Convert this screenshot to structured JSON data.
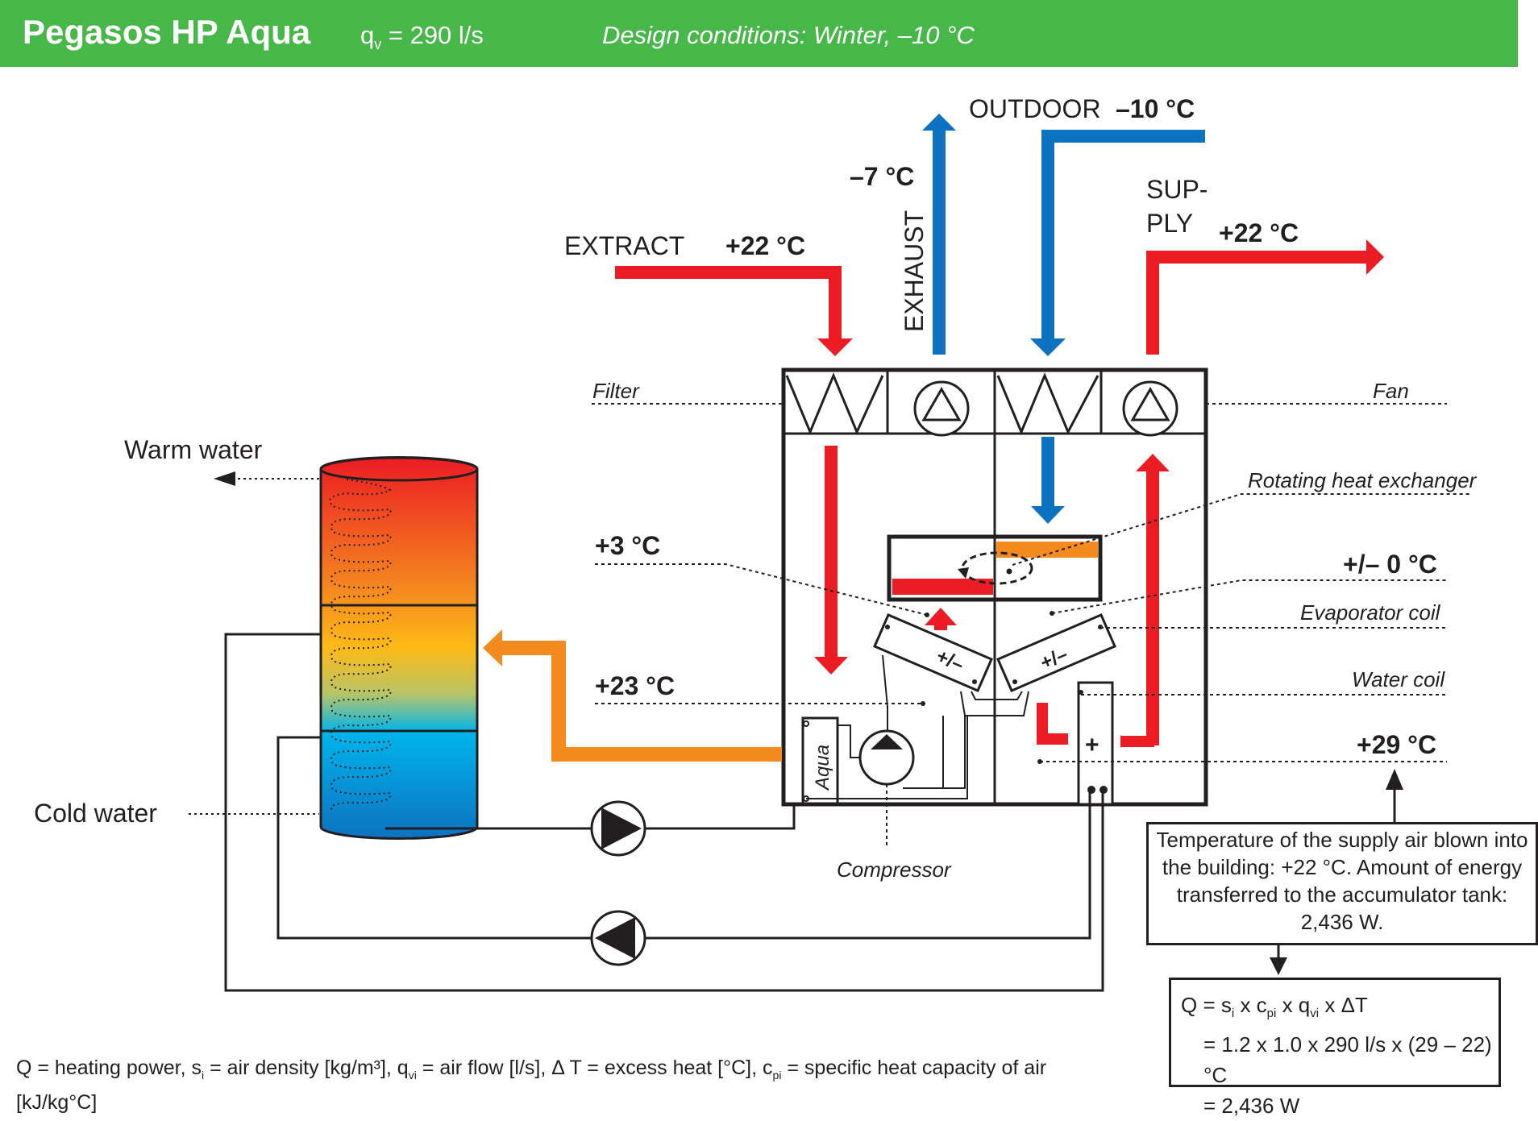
{
  "header": {
    "title": "Pegasos HP Aqua",
    "flow_symbol": "q",
    "flow_sub": "v",
    "flow_value": " = 290 l/s",
    "conditions": "Design conditions: Winter, –10 °C"
  },
  "air": {
    "outdoor_label": "OUTDOOR",
    "outdoor_temp": "–10 °C",
    "exhaust_label": "EXHAUST",
    "exhaust_temp": "–7 °C",
    "extract_label": "EXTRACT",
    "extract_temp": "+22 °C",
    "supply_label_1": "SUP-",
    "supply_label_2": "PLY",
    "supply_temp": "+22 °C"
  },
  "components": {
    "filter": "Filter",
    "fan": "Fan",
    "rotating_hx": "Rotating heat exchanger",
    "evaporator_coil": "Evaporator coil",
    "water_coil": "Water coil",
    "compressor": "Compressor",
    "aqua_label": "Aqua",
    "coil_symbol": "+/–",
    "plus_symbol": "+"
  },
  "temps": {
    "t_plus3": "+3 °C",
    "t_zero": "+/– 0 °C",
    "t_plus23": "+23 °C",
    "t_plus29": "+29 °C"
  },
  "tank": {
    "warm_water": "Warm water",
    "cold_water": "Cold water"
  },
  "info_box": {
    "line1": "Temperature of the supply air blown into",
    "line2": "the building: +22 °C. Amount of energy",
    "line3": "transferred to the accumulator tank:",
    "line4": "2,436 W."
  },
  "formula": {
    "q": "Q",
    "eq": " = s",
    "s_sub": "i",
    "x1": " x c",
    "c_sub": "pi",
    "x2": " x q",
    "q_sub": "vi",
    "x3": " x ΔT",
    "line2": "= 1.2 x 1.0 x 290 l/s x (29 – 22) °C",
    "line3": "= 2,436 W"
  },
  "footnote": {
    "p1": "Q = heating power,  s",
    "s_sub": "i",
    "p2": " = air density [kg/m³],  q",
    "q_sub": "vi",
    "p3": " = air flow [l/s],  Δ T = excess heat [°C],  c",
    "c_sub": "pi",
    "p4": " = specific heat capacity of air [kJ/kg°C]"
  },
  "colors": {
    "header_green": "#48b74a",
    "red": "#ec1c24",
    "blue": "#0d72c0",
    "orange": "#f58a1f",
    "cyan": "#00b5ec",
    "yellow": "#fdba16",
    "line": "#231f20"
  }
}
